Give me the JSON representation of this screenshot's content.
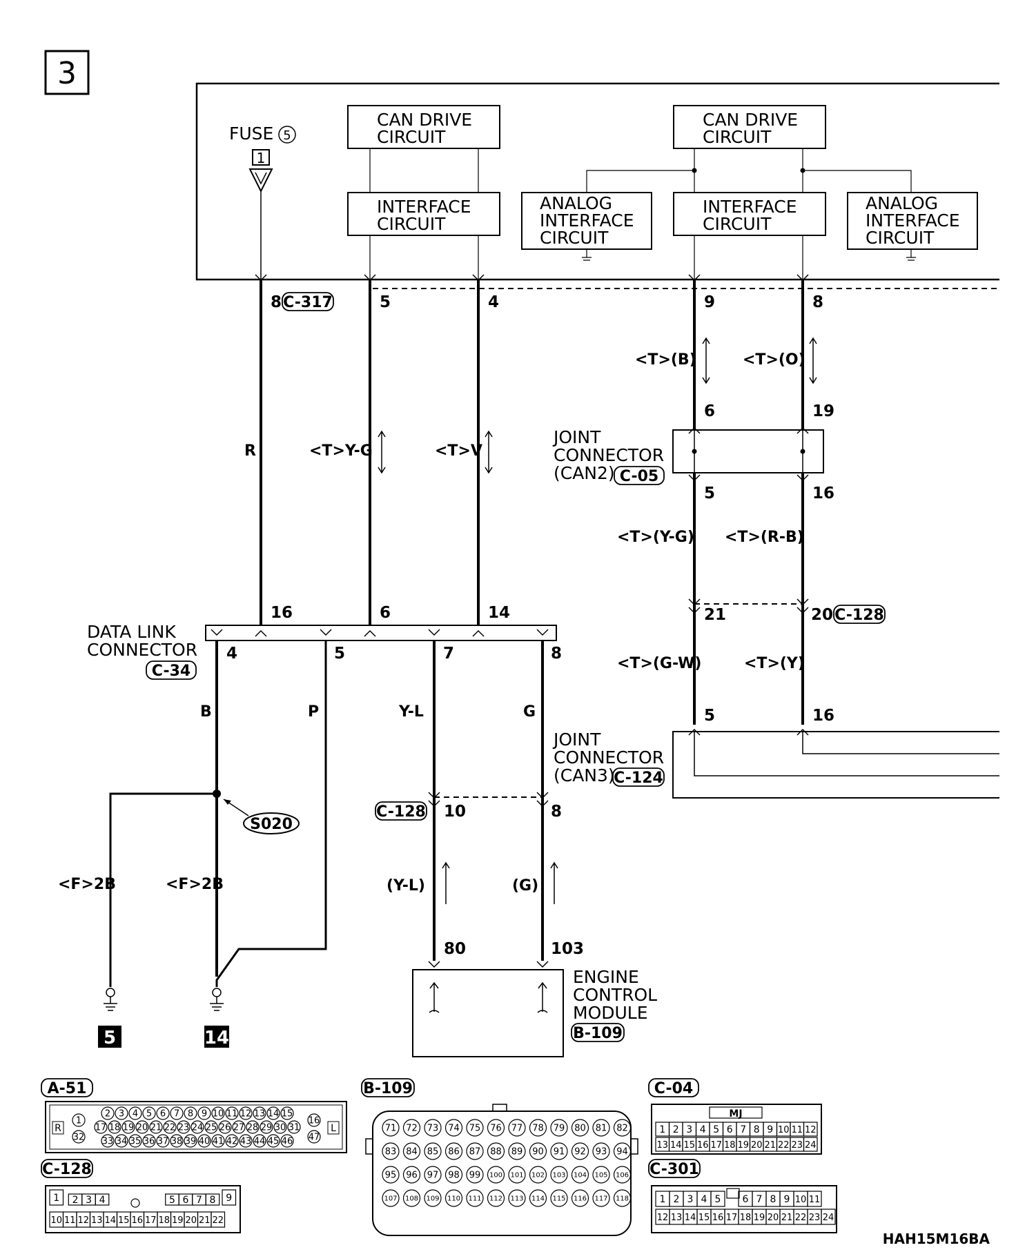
{
  "page_number": "3",
  "footer_code": "HAH15M16BA",
  "fuse": {
    "label": "FUSE",
    "number": "5",
    "terminal": "1",
    "pin": "8",
    "connector": "C-317",
    "wire": "R"
  },
  "can_drive_left": {
    "line1": "CAN DRIVE",
    "line2": "CIRCUIT"
  },
  "interface_left": {
    "line1": "INTERFACE",
    "line2": "CIRCUIT"
  },
  "can_drive_right": {
    "line1": "CAN DRIVE",
    "line2": "CIRCUIT"
  },
  "analog_left": {
    "line1": "ANALOG",
    "line2": "INTERFACE",
    "line3": "CIRCUIT"
  },
  "interface_right": {
    "line1": "INTERFACE",
    "line2": "CIRCUIT"
  },
  "analog_right": {
    "line1": "ANALOG",
    "line2": "INTERFACE",
    "line3": "CIRCUIT"
  },
  "wires": {
    "w5": {
      "pin_top": "5",
      "code": "<T>Y-G",
      "pin_bottom": "6"
    },
    "w4": {
      "pin_top": "4",
      "code": "<T>V",
      "pin_bottom": "14"
    },
    "w9": {
      "pin_top": "9",
      "code": "<T>(B)",
      "pin_j2_top": "6",
      "pin_j2_bot": "5",
      "code2": "<T>(Y-G)",
      "pin_c128": "21",
      "code3": "<T>(G-W)",
      "pin_j3": "5"
    },
    "w8": {
      "pin_top": "8",
      "code": "<T>(O)",
      "pin_j2_top": "19",
      "pin_j2_bot": "16",
      "code2": "<T>(R-B)",
      "pin_c128": "20",
      "code3": "<T>(Y)",
      "pin_j3": "16"
    },
    "fuse_bottom_pin": "16"
  },
  "joint_can2": {
    "line1": "JOINT",
    "line2": "CONNECTOR",
    "line3": "(CAN2)",
    "connector": "C-05"
  },
  "joint_can3": {
    "line1": "JOINT",
    "line2": "CONNECTOR",
    "line3": "(CAN3)",
    "connector": "C-124"
  },
  "c128_top_connector": "C-128",
  "data_link": {
    "line1": "DATA LINK",
    "line2": "CONNECTOR",
    "connector": "C-34",
    "pins": [
      "4",
      "5",
      "7",
      "8"
    ],
    "wires": [
      "B",
      "P",
      "Y-L",
      "G"
    ]
  },
  "splice": "S020",
  "grounds": {
    "left_wire": "<F>2B",
    "right_wire": "<F>2B",
    "left_ref": "5",
    "right_ref": "14"
  },
  "ecm_branch": {
    "connector": "C-128",
    "pin_l": "10",
    "pin_r": "8",
    "wire_l": "(Y-L)",
    "wire_r": "(G)",
    "ecm_pin_l": "80",
    "ecm_pin_r": "103"
  },
  "ecm": {
    "line1": "ENGINE",
    "line2": "CONTROL",
    "line3": "MODULE",
    "connector": "B-109"
  },
  "connector_views": {
    "a51": {
      "label": "A-51",
      "left_mark": "R",
      "right_mark": "L",
      "row1": [
        "2",
        "3",
        "4",
        "5",
        "6",
        "7",
        "8",
        "9",
        "10",
        "11",
        "12",
        "13",
        "14",
        "15"
      ],
      "row2": [
        "17",
        "18",
        "19",
        "20",
        "21",
        "22",
        "23",
        "24",
        "25",
        "26",
        "27",
        "28",
        "29",
        "30",
        "31"
      ],
      "row3": [
        "33",
        "34",
        "35",
        "36",
        "37",
        "38",
        "39",
        "40",
        "41",
        "42",
        "43",
        "44",
        "45",
        "46"
      ],
      "left_col": [
        "1",
        "32"
      ],
      "right_col": [
        "16",
        "47"
      ]
    },
    "b109": {
      "label": "B-109",
      "rows": [
        [
          "71",
          "72",
          "73",
          "74",
          "75",
          "76",
          "77",
          "78",
          "79",
          "80",
          "81",
          "82"
        ],
        [
          "83",
          "84",
          "85",
          "86",
          "87",
          "88",
          "89",
          "90",
          "91",
          "92",
          "93",
          "94"
        ],
        [
          "95",
          "96",
          "97",
          "98",
          "99",
          "100",
          "101",
          "102",
          "103",
          "104",
          "105",
          "106"
        ],
        [
          "107",
          "108",
          "109",
          "110",
          "111",
          "112",
          "113",
          "114",
          "115",
          "116",
          "117",
          "118"
        ]
      ]
    },
    "c04": {
      "label": "C-04",
      "top_mark": "MJ",
      "row1": [
        "1",
        "2",
        "3",
        "4",
        "5",
        "6",
        "7",
        "8",
        "9",
        "10",
        "11",
        "12"
      ],
      "row2": [
        "13",
        "14",
        "15",
        "16",
        "17",
        "18",
        "19",
        "20",
        "21",
        "22",
        "23",
        "24"
      ]
    },
    "c128": {
      "label": "C-128",
      "row1": [
        "1",
        "2",
        "3",
        "4",
        "5",
        "6",
        "7",
        "8",
        "9"
      ],
      "row2": [
        "10",
        "11",
        "12",
        "13",
        "14",
        "15",
        "16",
        "17",
        "18",
        "19",
        "20",
        "21",
        "22"
      ]
    },
    "c301": {
      "label": "C-301",
      "row1": [
        "1",
        "2",
        "3",
        "4",
        "5",
        "6",
        "7",
        "8",
        "9",
        "10",
        "11"
      ],
      "row2": [
        "12",
        "13",
        "14",
        "15",
        "16",
        "17",
        "18",
        "19",
        "20",
        "21",
        "22",
        "23",
        "24"
      ]
    }
  }
}
